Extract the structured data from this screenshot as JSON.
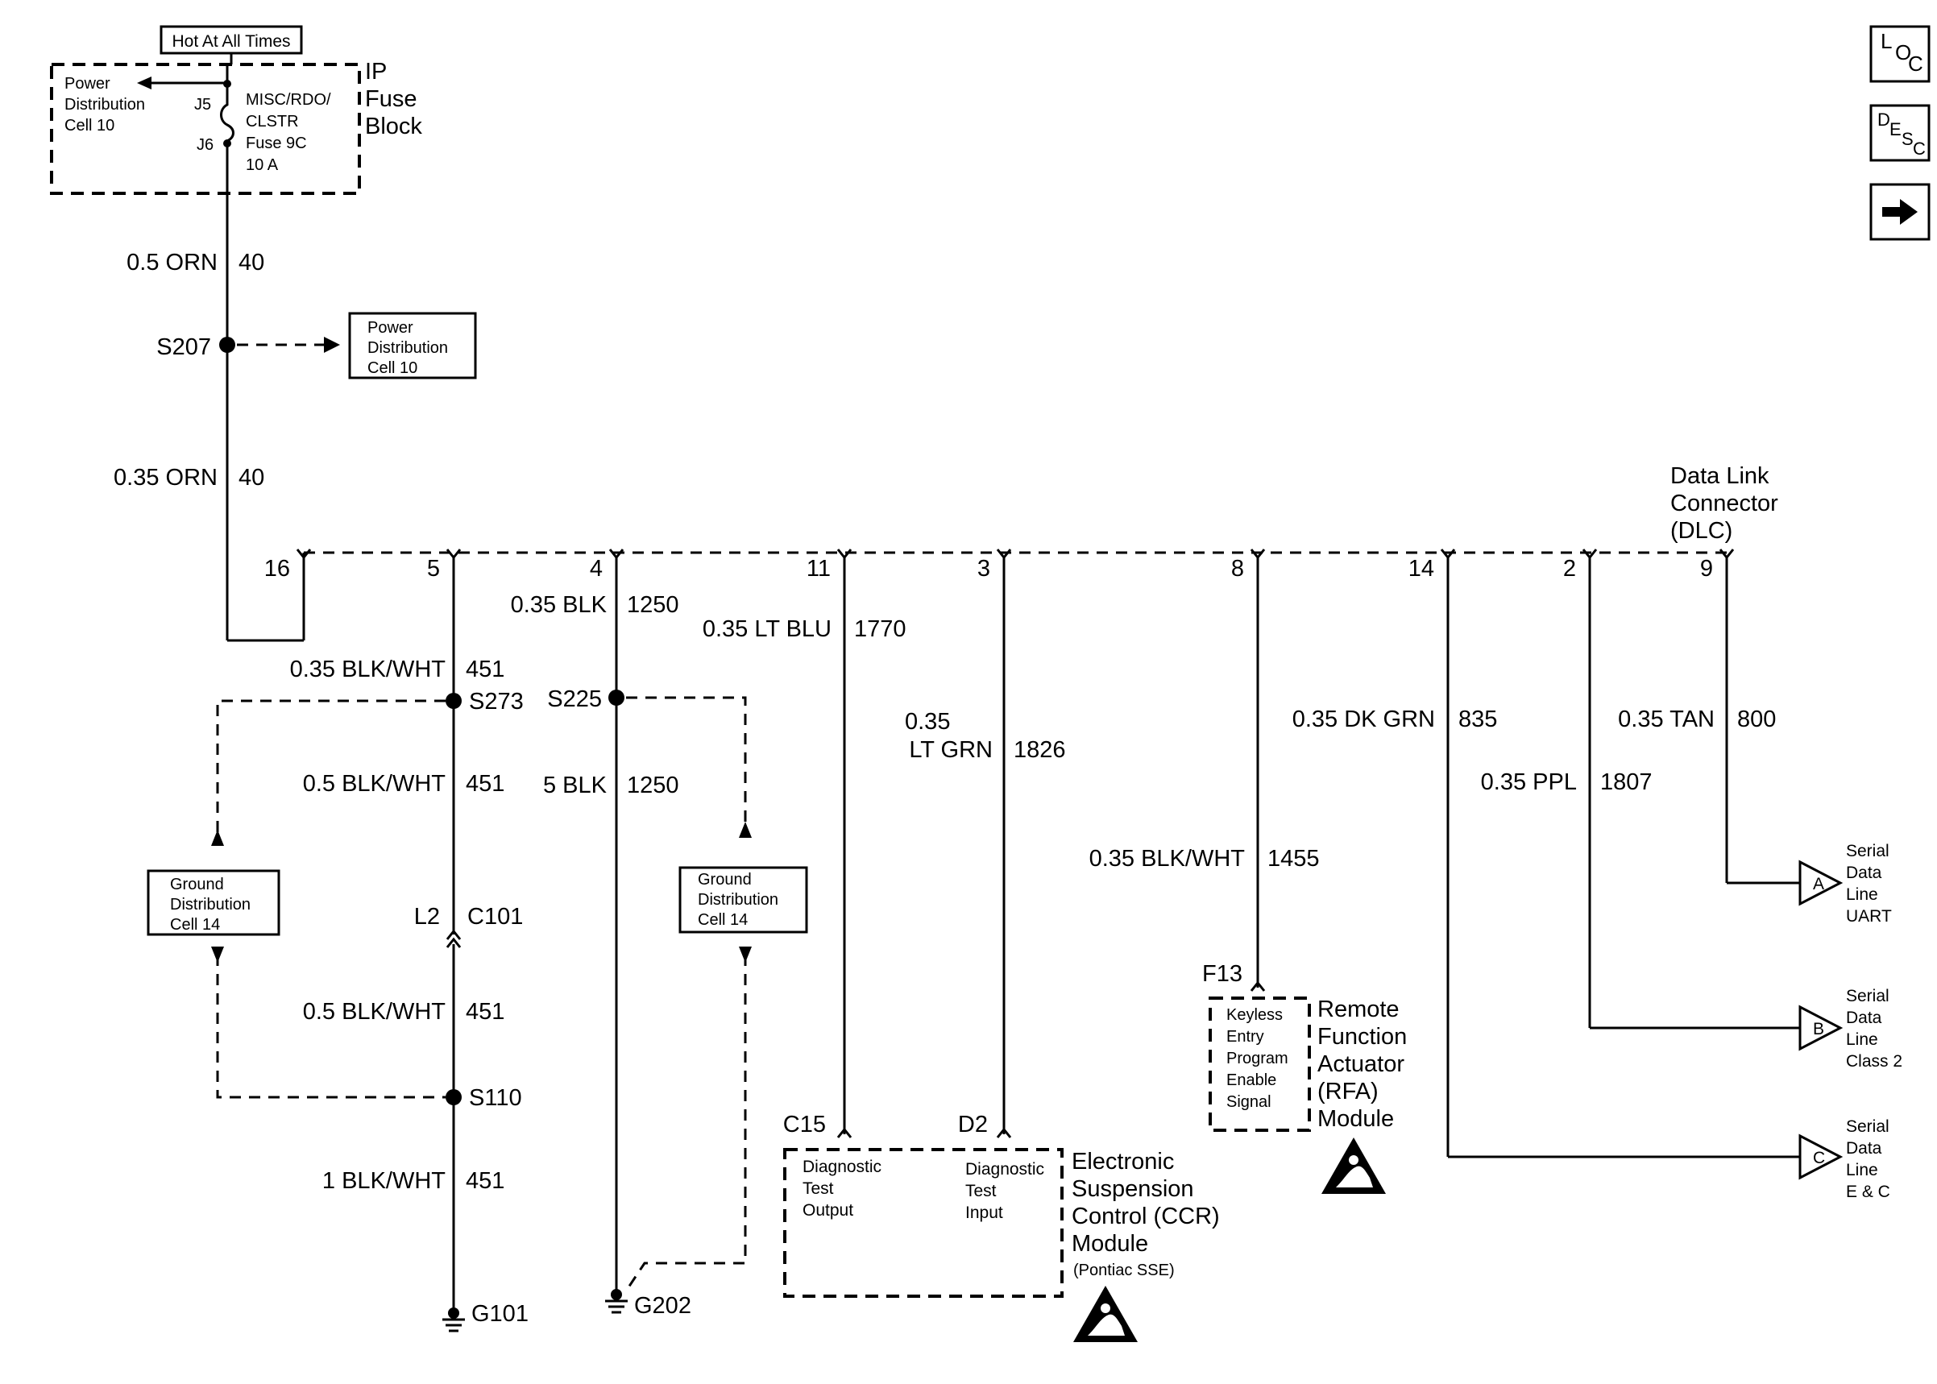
{
  "fuse_block": {
    "hot_label": "Hot At All Times",
    "title_1": "IP",
    "title_2": "Fuse",
    "title_3": "Block",
    "power_dist_1": "Power",
    "power_dist_2": "Distribution",
    "power_dist_3": "Cell 10",
    "pin_j5": "J5",
    "pin_j6": "J6",
    "fuse_1": "MISC/RDO/",
    "fuse_2": "CLSTR",
    "fuse_3": "Fuse 9C",
    "fuse_4": "10 A"
  },
  "main_wire": {
    "upper_gauge": "0.5 ORN",
    "upper_circuit": "40",
    "splice": "S207",
    "lower_gauge": "0.35 ORN",
    "lower_circuit": "40"
  },
  "power_ref": {
    "line1": "Power",
    "line2": "Distribution",
    "line3": "Cell 10"
  },
  "dlc": {
    "title_1": "Data Link",
    "title_2": "Connector",
    "title_3": "(DLC)",
    "pins": [
      "16",
      "5",
      "4",
      "11",
      "3",
      "8",
      "14",
      "2",
      "9"
    ]
  },
  "ground_left": {
    "gauge_1": "0.35 BLK/WHT",
    "circuit_1": "451",
    "splice_1": "S273",
    "gauge_2": "0.5 BLK/WHT",
    "circuit_2": "451",
    "conn_pin": "L2",
    "connector": "C101",
    "gauge_3": "0.5 BLK/WHT",
    "circuit_3": "451",
    "splice_2": "S110",
    "gauge_4": "1 BLK/WHT",
    "circuit_4": "451",
    "ground": "G101"
  },
  "ground_right": {
    "gauge_1": "0.35 BLK",
    "circuit_1": "1250",
    "splice": "S225",
    "gauge_2": "5 BLK",
    "circuit_2": "1250",
    "ground": "G202"
  },
  "ground_ref_left": {
    "line1": "Ground",
    "line2": "Distribution",
    "line3": "Cell 14"
  },
  "ground_ref_right": {
    "line1": "Ground",
    "line2": "Distribution",
    "line3": "Cell 14"
  },
  "wire_1770": {
    "gauge": "0.35 LT BLU",
    "circuit": "1770",
    "terminal": "C15"
  },
  "wire_1826": {
    "gauge_1": "0.35",
    "gauge_2": "LT GRN",
    "circuit": "1826",
    "terminal": "D2"
  },
  "wire_1455": {
    "gauge": "0.35 BLK/WHT",
    "circuit": "1455",
    "terminal": "F13"
  },
  "wire_835": {
    "gauge": "0.35 DK GRN",
    "circuit": "835"
  },
  "wire_1807": {
    "gauge": "0.35 PPL",
    "circuit": "1807"
  },
  "wire_800": {
    "gauge": "0.35 TAN",
    "circuit": "800"
  },
  "ccr_module": {
    "out_1": "Diagnostic",
    "out_2": "Test",
    "out_3": "Output",
    "in_1": "Diagnostic",
    "in_2": "Test",
    "in_3": "Input",
    "title_1": "Electronic",
    "title_2": "Suspension",
    "title_3": "Control (CCR)",
    "title_4": "Module",
    "note": "(Pontiac SSE)"
  },
  "rfa_module": {
    "sig_1": "Keyless",
    "sig_2": "Entry",
    "sig_3": "Program",
    "sig_4": "Enable",
    "sig_5": "Signal",
    "title_1": "Remote",
    "title_2": "Function",
    "title_3": "Actuator",
    "title_4": "(RFA)",
    "title_5": "Module"
  },
  "serial_refs": [
    {
      "letter": "A",
      "line1": "Serial",
      "line2": "Data",
      "line3": "Line",
      "line4": "UART"
    },
    {
      "letter": "B",
      "line1": "Serial",
      "line2": "Data",
      "line3": "Line",
      "line4": "Class 2"
    },
    {
      "letter": "C",
      "line1": "Serial",
      "line2": "Data",
      "line3": "Line",
      "line4": "E & C"
    }
  ],
  "nav_buttons": [
    {
      "main": "L",
      "sub": "O",
      "sub2": "C",
      "icon": "loc-icon"
    },
    {
      "main": "D",
      "sub": "E",
      "sub2": "S",
      "sub3": "C",
      "icon": "desc-icon"
    },
    {
      "icon": "arrow-right-icon"
    }
  ]
}
